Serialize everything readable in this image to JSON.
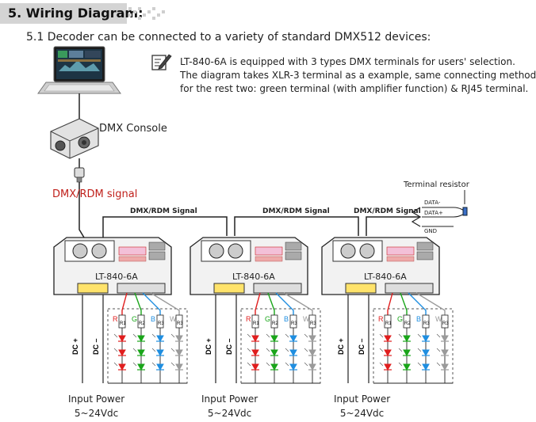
{
  "header": {
    "section_title": "5. Wiring Diagram:"
  },
  "subtitle": "5.1 Decoder can be connected to a variety of standard DMX512 devices:",
  "note": {
    "lines": [
      "LT-840-6A is equipped with 3 types DMX terminals for users' selection.",
      "The diagram takes XLR-3 terminal as a example, same connecting method",
      "for the rest two: green terminal (with amplifier function) & RJ45 terminal."
    ],
    "icon": "pencil-note-icon"
  },
  "console": {
    "label": "DMX Console"
  },
  "signal": {
    "label": "DMX/RDM  signal",
    "color": "#c0201b"
  },
  "bus_labels": [
    "DMX/RDM Signal",
    "DMX/RDM Signal",
    "DMX/RDM Signal"
  ],
  "terminal": {
    "title": "Terminal resistor",
    "data_minus": "DATA-",
    "data_plus": "DATA+",
    "gnd": "GND"
  },
  "decoders": [
    {
      "model": "LT-840-6A"
    },
    {
      "model": "LT-840-6A"
    },
    {
      "model": "LT-840-6A"
    }
  ],
  "dc_labels": {
    "plus": "DC +",
    "minus": "DC –"
  },
  "channels": [
    {
      "letter": "R",
      "resistor": "R1",
      "color": "#e01e1e"
    },
    {
      "letter": "G",
      "resistor": "R2",
      "color": "#1aa51a"
    },
    {
      "letter": "B",
      "resistor": "R3",
      "color": "#1f8ee0"
    },
    {
      "letter": "W",
      "resistor": "R3",
      "color": "#9a9a9a"
    }
  ],
  "power": [
    {
      "label": "Input Power",
      "range": "5~24Vdc"
    },
    {
      "label": "Input Power",
      "range": "5~24Vdc"
    },
    {
      "label": "Input Power",
      "range": "5~24Vdc"
    }
  ]
}
